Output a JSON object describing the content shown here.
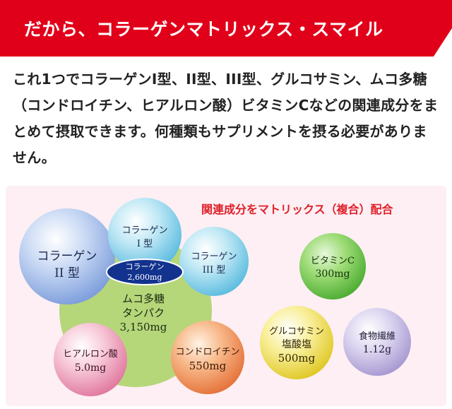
{
  "header": {
    "title": "だから、コラーゲンマトリックス・スマイル",
    "banner_color": "#e1001a"
  },
  "description": {
    "text": "これ1つでコラーゲンI型、II型、III型、グルコサミン、ムコ多糖（コンドロイチン、ヒアルロン酸）ビタミンCなどの関連成分をまとめて摂取できます。何種類もサプリメントを摂る必要がありません。"
  },
  "panel": {
    "title": "関連成分をマトリックス（複合）配合",
    "background": "#fdeff3",
    "title_color": "#e0202a"
  },
  "matrix": {
    "collagen_type2": {
      "line1": "コラーゲン",
      "line2": "II 型"
    },
    "collagen_type1": {
      "line1": "コラーゲン",
      "line2": "I 型"
    },
    "collagen_type3": {
      "line1": "コラーゲン",
      "line2": "III 型"
    },
    "collagen_total": {
      "line1": "コラーゲン",
      "line2": "2,600mg"
    },
    "mucopolysaccharide": {
      "line1": "ムコ多糖",
      "line2": "タンパク",
      "line3": "3,150mg"
    },
    "hyaluronic": {
      "line1": "ヒアルロン酸",
      "line2": "5.0mg"
    },
    "chondroitin": {
      "line1": "コンドロイチン",
      "line2": "550mg"
    }
  },
  "ingredients": {
    "vitamin_c": {
      "line1": "ビタミンC",
      "line2": "300mg"
    },
    "glucosamine": {
      "line1": "グルコサミン",
      "line2": "塩酸塩",
      "line3": "500mg"
    },
    "dietary_fiber": {
      "line1": "食物繊維",
      "line2": "1.12g"
    }
  }
}
